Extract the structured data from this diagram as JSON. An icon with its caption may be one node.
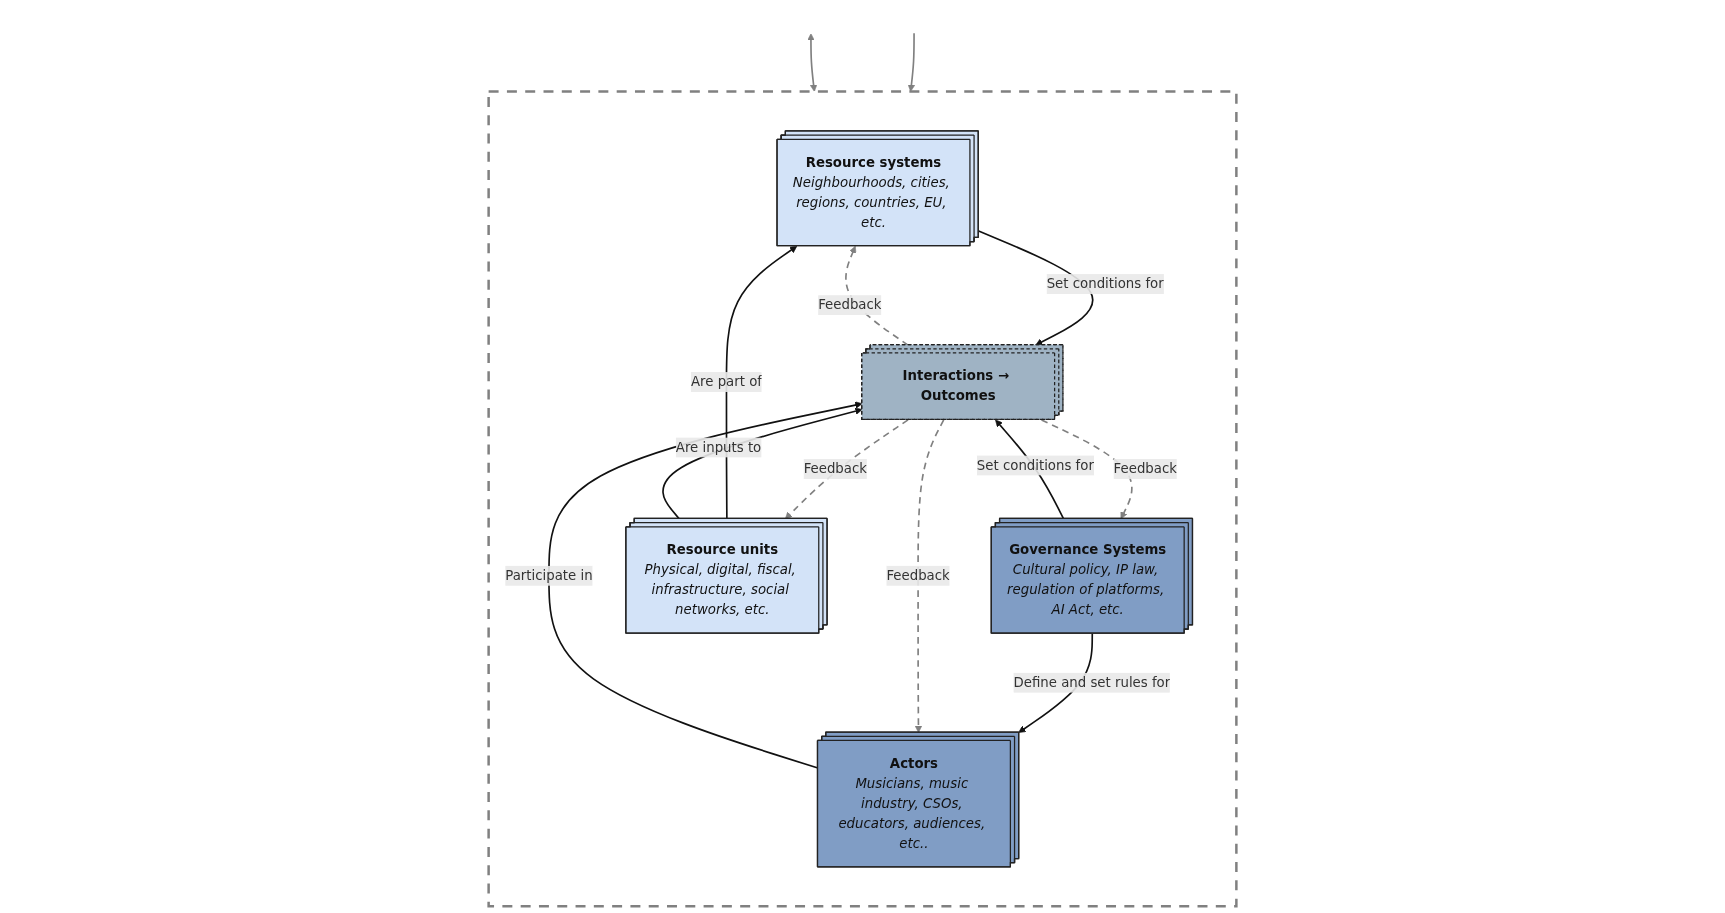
{
  "diagram": {
    "nodes": [
      {
        "text": [],
        "shape": "box"
      },
      {
        "text": [
          "Resource systems",
          "Neighbourhoods, cities, regions, countries, EU, etc."
        ],
        "in": 0
      },
      {
        "text": [
          "Governance Systems",
          "Cultural policy, IP law, regulation of platforms, AI Act, etc."
        ],
        "in": 0
      },
      {
        "text": [
          "Interactions → Outcomes"
        ],
        "in": 0
      },
      {
        "text": [
          "Resource units",
          "Physical, digital, fiscal, infrastructure, social networks, etc."
        ],
        "in": 0
      },
      {
        "text": [
          "Actors",
          "Musicians, music industry, CSOs, educators, audiences, etc.."
        ],
        "in": 0
      }
    ],
    "edges": [
      {
        "from": null,
        "to": 0,
        "arrow": "both",
        "color": "#808080"
      },
      {
        "from": 1,
        "to": 3,
        "label": "Set conditions for",
        "arrow": "to",
        "color": "#111111"
      },
      {
        "from": 3,
        "to": 1,
        "label": "Feedback",
        "arrow": "to",
        "style": "dashed",
        "color": "#808080"
      },
      {
        "from": 3,
        "to": 2,
        "label": "Feedback",
        "arrow": "to",
        "style": "dashed",
        "color": "#808080"
      },
      {
        "from": 2,
        "to": 3,
        "label": "Set conditions for",
        "arrow": "to",
        "color": "#111111"
      },
      {
        "from": 4,
        "to": 1,
        "label": "Are part of",
        "arrow": "to",
        "color": "#111111"
      },
      {
        "from": 2,
        "to": 5,
        "label": "Define and set rules for",
        "arrow": "to",
        "color": "#111111"
      },
      {
        "from": 4,
        "to": 3,
        "label": "Are inputs to",
        "arrow": "to",
        "color": "#111111"
      },
      {
        "from": 5,
        "to": 3,
        "label": "Participate in",
        "arrow": "to",
        "color": "#111111"
      },
      {
        "from": 3,
        "to": 5,
        "label": "Feedback",
        "arrow": "to",
        "style": "dashed",
        "color": "#808080"
      },
      {
        "from": 3,
        "to": 4,
        "label": "Feedback",
        "arrow": "to",
        "style": "dashed",
        "color": "#808080"
      },
      {
        "from": null,
        "to": 0,
        "arrow": "to",
        "color": "#808080"
      }
    ]
  }
}
